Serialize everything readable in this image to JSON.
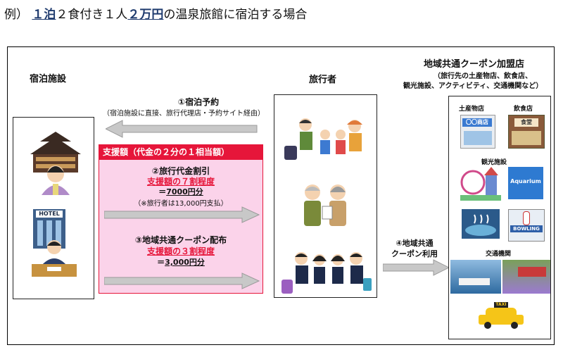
{
  "title": {
    "prefix": "例）",
    "part1": "１泊",
    "part2": "２食付き１人",
    "part3": "２万円",
    "part4": "の温泉旅館に宿泊する場合"
  },
  "facility": {
    "heading": "宿泊施設",
    "hotel_sign": "HOTEL"
  },
  "traveler": {
    "heading": "旅行者"
  },
  "shops": {
    "heading": "地域共通クーポン加盟店",
    "sub1": "（旅行先の土産物店、飲食店、",
    "sub2": "観光施設、アクティビティ、交通機関など）",
    "souvenir": "土産物店",
    "souvenir_sign": "〇〇商店",
    "restaurant": "飲食店",
    "restaurant_sign": "食堂",
    "tourism": "観光施設",
    "aquarium_sign": "Aquarium",
    "bowling_sign": "BOWLING",
    "transport": "交通機関",
    "taxi_sign": "TAXI"
  },
  "arrow1": {
    "title": "①宿泊予約",
    "sub": "（宿泊施設に直接、旅行代理店・予約サイト経由）"
  },
  "support": {
    "header": "支援額（代金の２分の１相当額）",
    "item2_title": "②旅行代金割引",
    "item2_red": "支援額の７割程度",
    "item2_eq": "＝",
    "item2_amount": "7000円分",
    "item2_note": "（※旅行者は13,000円支払）",
    "item3_title": "③地域共通クーポン配布",
    "item3_red": "支援額の３割程度",
    "item3_eq": "＝",
    "item3_amount": "3,000円分"
  },
  "arrow4": {
    "line1": "④地域共通",
    "line2": "クーポン利用"
  },
  "colors": {
    "accent_red": "#e6163a",
    "pink": "#fbd3ea",
    "arrow_gray": "#c8c8c8",
    "title_blue": "#1f3b6e"
  }
}
